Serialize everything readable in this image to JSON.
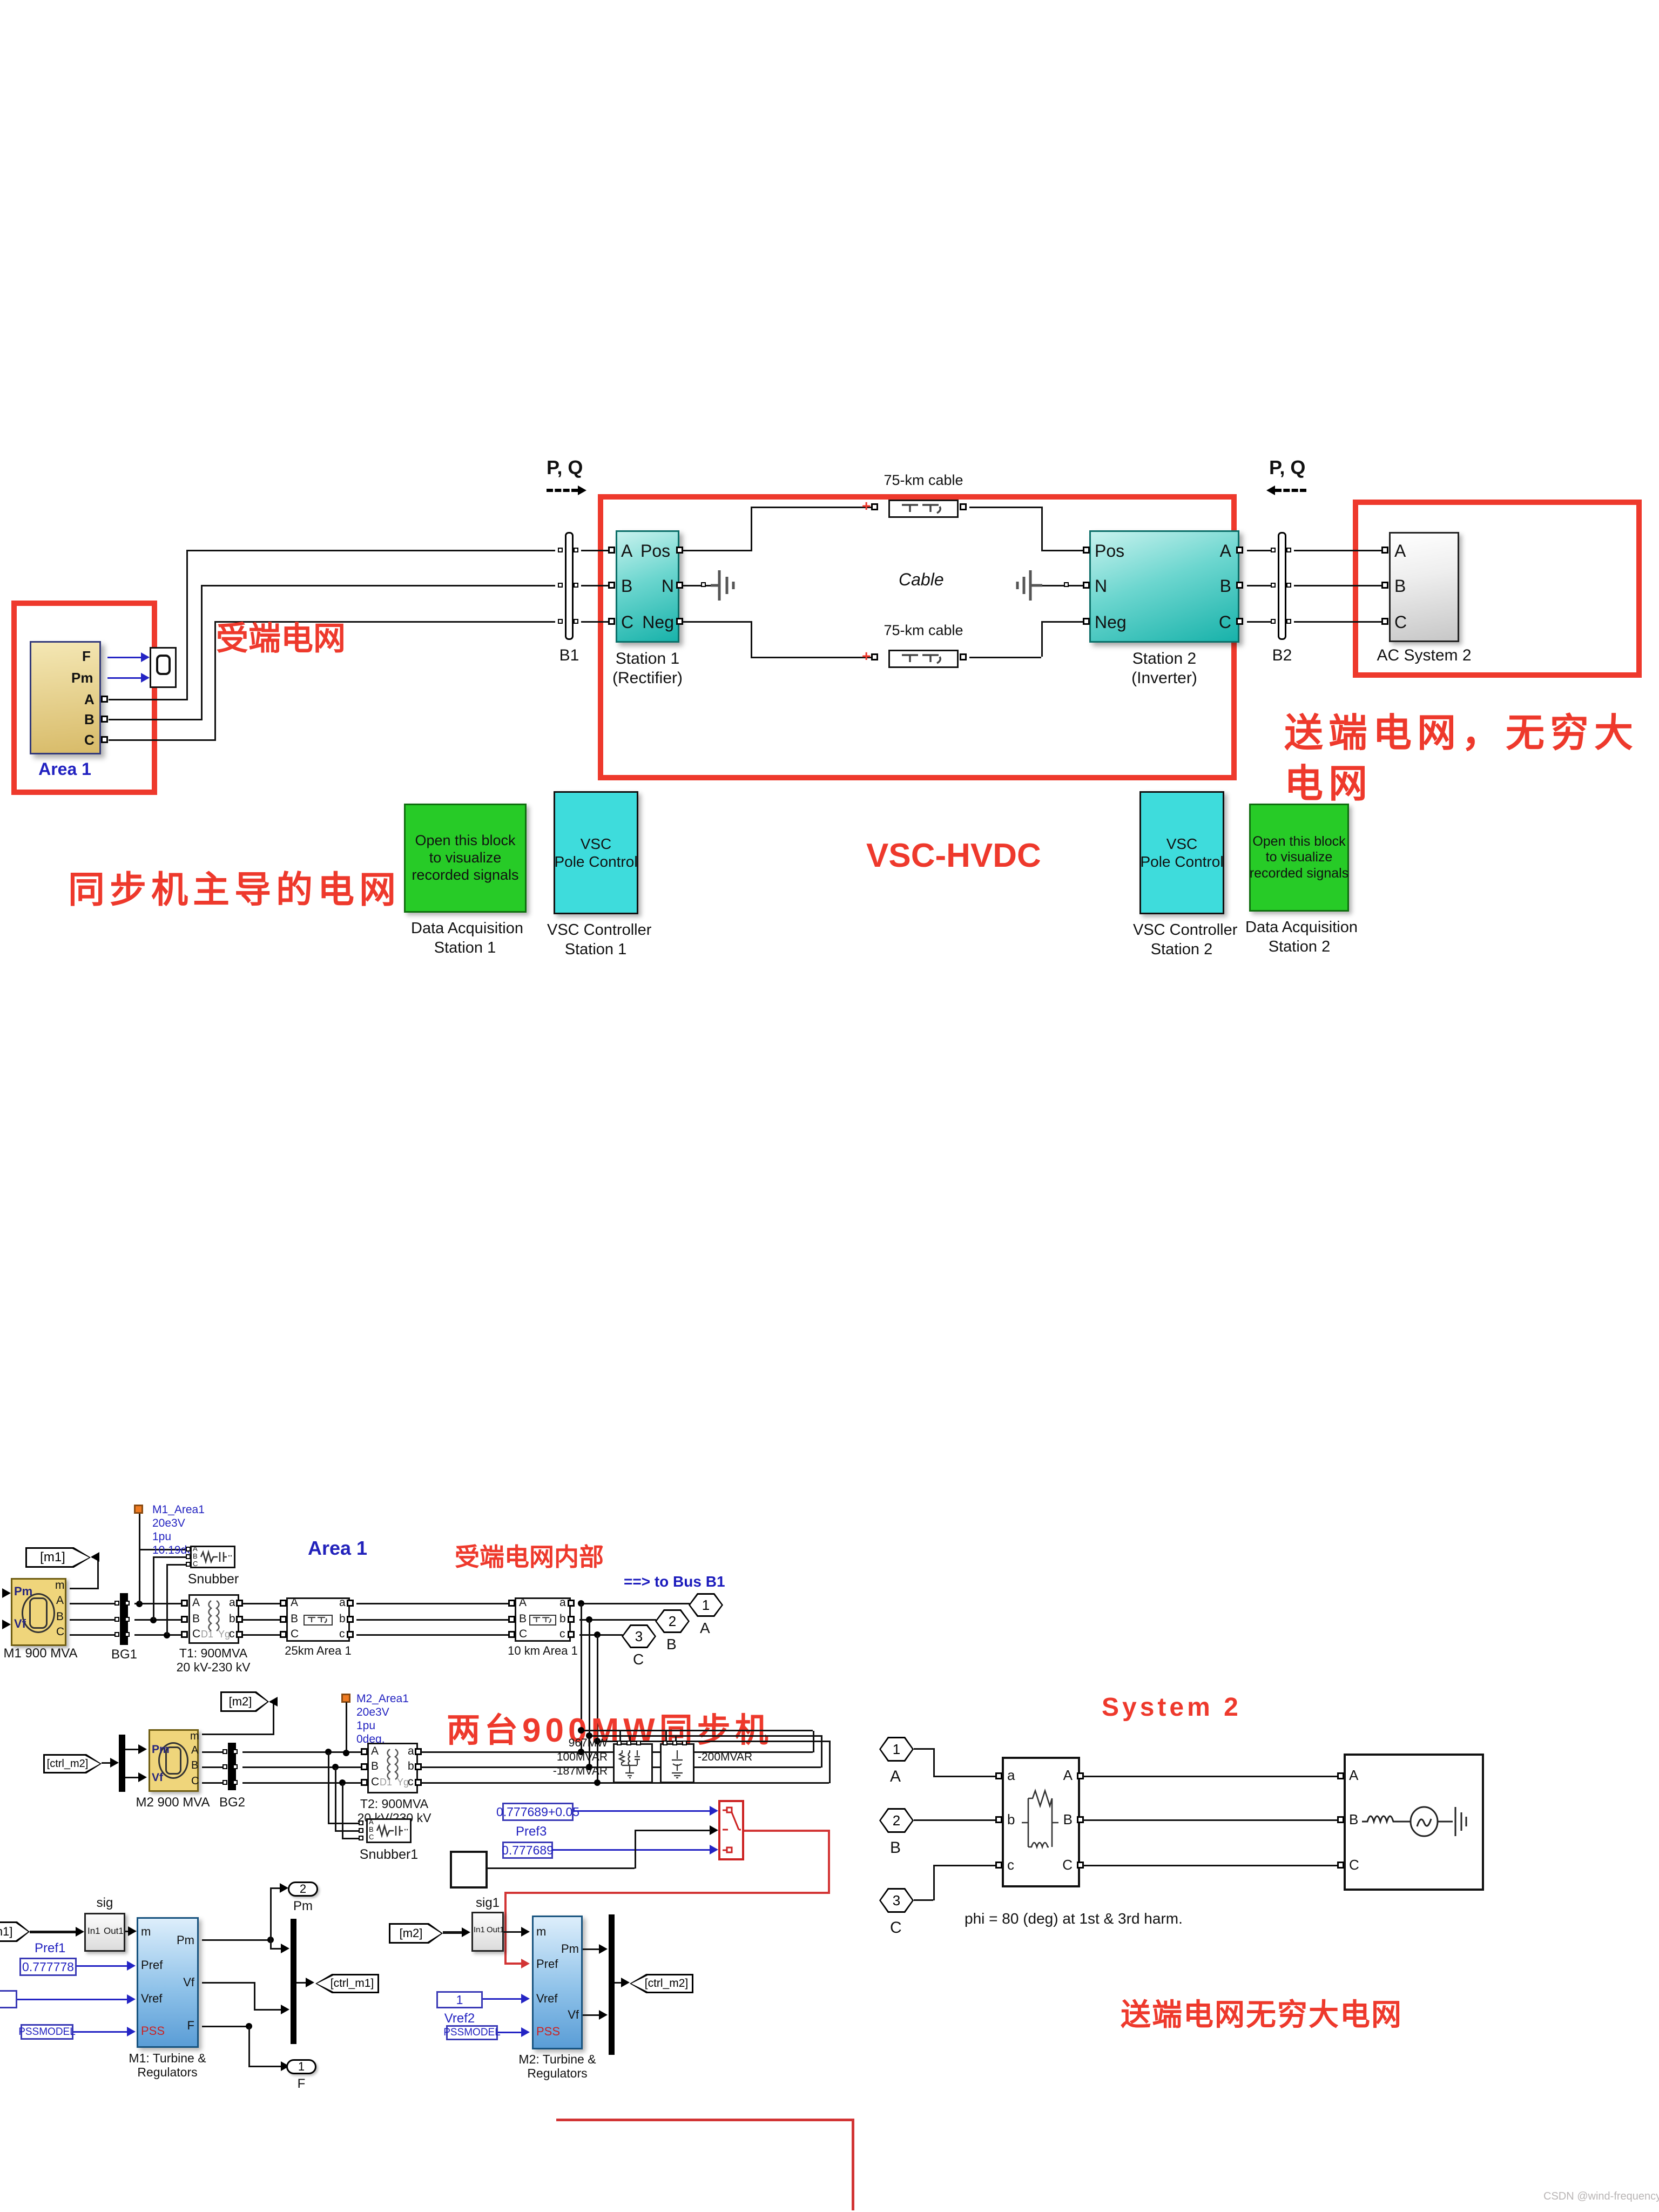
{
  "top": {
    "pq": "P, Q",
    "b1": "B1",
    "b2": "B2",
    "station1_l1": "Station 1",
    "station1_l2": "(Rectifier)",
    "station2_l1": "Station 2",
    "station2_l2": "(Inverter)",
    "cable75": "75-km cable",
    "cable_name": "Cable",
    "ac_system2": "AC System 2",
    "pos": "Pos",
    "n": "N",
    "neg": "Neg",
    "area1": "Area 1",
    "f": "F",
    "pm": "Pm",
    "daq_l1": "Open this block",
    "daq_l2": "to visualize",
    "daq_l3": "recorded signals",
    "daq_cap_l1": "Data Acquisition",
    "daq_cap1_l2": "Station 1",
    "daq_cap2_l2": "Station 2",
    "vsc_l1": "VSC",
    "vsc_l2": "Pole Control",
    "vscc_l1": "VSC Controller",
    "vscc1_l2": "Station 1",
    "vscc2_l2": "Station 2",
    "plus": "+"
  },
  "zh": {
    "receiving": "受端电网",
    "sync_dom": "同步机主导的电网",
    "vsc_hvdc": "VSC-HVDC",
    "sending_l1": "送端电网，无穷大",
    "sending_l2": "电网",
    "receiving_internal": "受端电网内部",
    "two_machines": "两台900MW同步机",
    "sending_infinite": "送端电网无穷大电网"
  },
  "grid": {
    "m1": "[m1]",
    "m2": "[m2]",
    "ctrl_m1": "[ctrl_m1]",
    "ctrl_m2": "[ctrl_m2]",
    "m1_name": "M1 900 MVA",
    "m2_name": "M2 900 MVA",
    "bg1": "BG1",
    "bg2": "BG2",
    "snub1": "Snubber",
    "snub2": "Snubber1",
    "t1_l1": "T1: 900MVA",
    "t1_l2": "20 kV-230 kV",
    "t2_l1": "T2: 900MVA",
    "t2_l2": "20 kV/230 kV",
    "line25": "25km Area 1",
    "line10": "10 km Area 1",
    "area1": "Area 1",
    "to_b1": "==> to Bus B1",
    "ann1": [
      "M1_Area1",
      "20e3V",
      "1pu",
      "10.19deg."
    ],
    "ann2": [
      "M2_Area1",
      "20e3V",
      "1pu",
      "0deg."
    ],
    "load1_l1": "967MW",
    "load1_l2": "100MVAR",
    "load1_l3": "-187MVAR",
    "load2": "-200MVAR",
    "pref3": "Pref3",
    "pref3a": "0.777689+0.05",
    "pref3b": "0.777689",
    "pref1_lbl": "Pref1",
    "pref1": "0.777778",
    "vref2_lbl": "Vref2",
    "vref2": "1",
    "pss_const": "PSSMODEL",
    "sig": "sig",
    "sig1": "sig1",
    "in1": "In1",
    "out1": "Out1",
    "turb1_l1": "M1: Turbine &",
    "turb2_l1": "M2: Turbine &",
    "turb_l2": "Regulators",
    "m": "m",
    "pref": "Pref",
    "vref": "Vref",
    "pss": "PSS",
    "pm": "Pm",
    "vf": "Vf",
    "f": "F",
    "p1": "1",
    "p2": "2",
    "p3": "3"
  },
  "sys2": {
    "title": "System 2",
    "phi": "phi = 80 (deg) at 1st & 3rd harm.",
    "n1": "1",
    "n2": "2",
    "n3": "3"
  },
  "phase": {
    "A": "A",
    "B": "B",
    "C": "C",
    "a": "a",
    "b": "b",
    "c": "c",
    "D1": "D1",
    "Yg": "Yg"
  },
  "misc": {
    "watermark": "CSDN @wind-frequency"
  }
}
